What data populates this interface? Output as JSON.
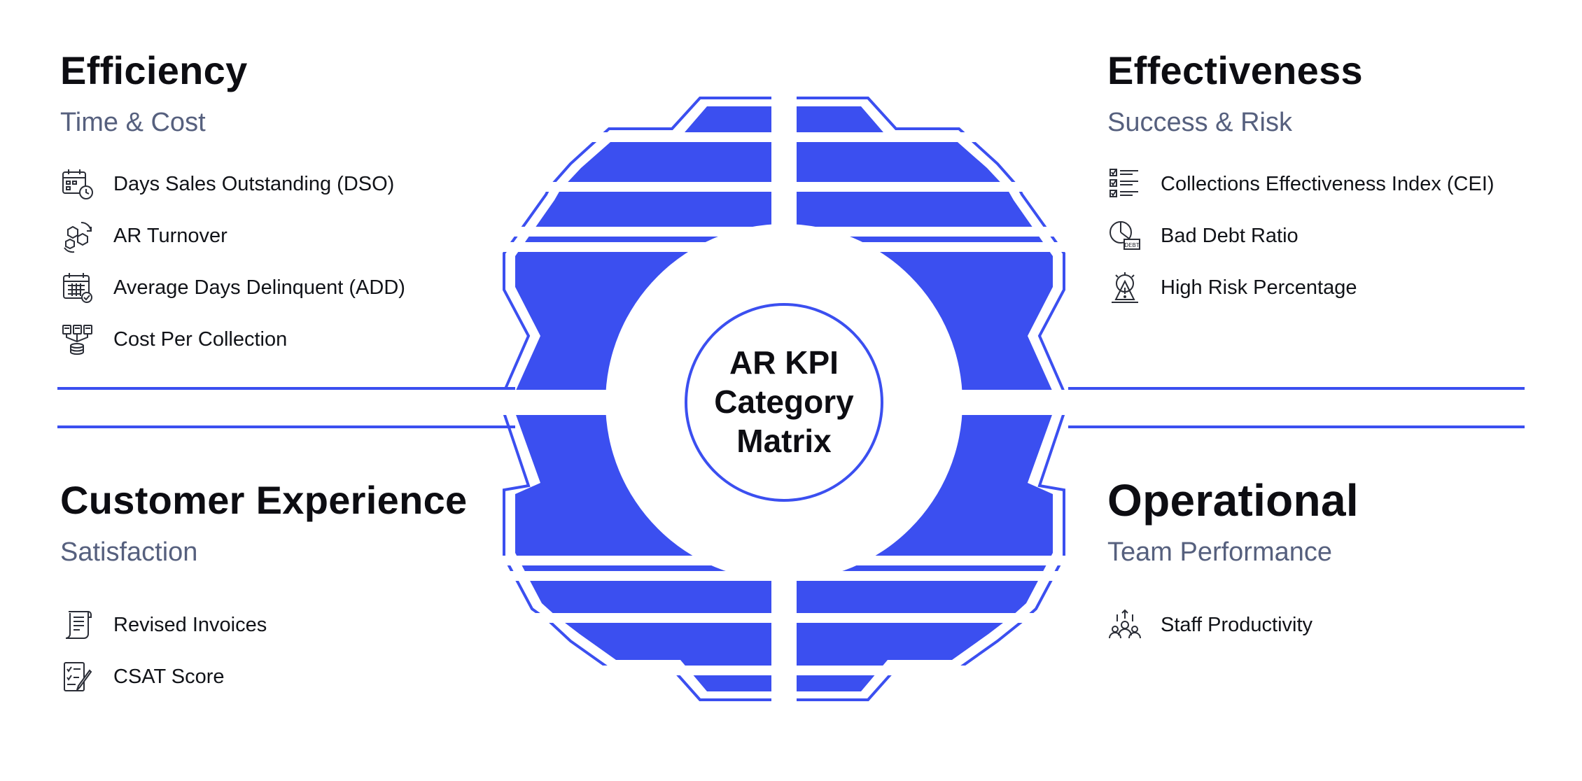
{
  "center": {
    "line1": "AR KPI",
    "line2": "Category",
    "line3": "Matrix"
  },
  "colors": {
    "accent": "#3b4ff0",
    "subtitle": "#56607e",
    "text": "#111318"
  },
  "quadrants": {
    "efficiency": {
      "title": "Efficiency",
      "subtitle": "Time & Cost",
      "items": [
        {
          "label": "Days Sales Outstanding (DSO)",
          "icon": "calendar-clock-icon"
        },
        {
          "label": "AR Turnover",
          "icon": "cycle-hexagons-icon"
        },
        {
          "label": "Average Days Delinquent (ADD)",
          "icon": "calendar-check-icon"
        },
        {
          "label": "Cost Per Collection",
          "icon": "cost-funnel-icon"
        }
      ]
    },
    "effectiveness": {
      "title": "Effectiveness",
      "subtitle": "Success & Risk",
      "items": [
        {
          "label": "Collections Effectiveness Index (CEI)",
          "icon": "checklist-icon"
        },
        {
          "label": "Bad Debt Ratio",
          "icon": "debt-pie-icon"
        },
        {
          "label": "High Risk Percentage",
          "icon": "risk-warning-icon"
        }
      ]
    },
    "customer_experience": {
      "title": "Customer Experience",
      "subtitle": "Satisfaction",
      "items": [
        {
          "label": "Revised Invoices",
          "icon": "invoice-scroll-icon"
        },
        {
          "label": "CSAT Score",
          "icon": "survey-pen-icon"
        }
      ]
    },
    "operational": {
      "title": "Operational",
      "subtitle": "Team Performance",
      "items": [
        {
          "label": "Staff Productivity",
          "icon": "team-growth-icon"
        }
      ]
    }
  }
}
